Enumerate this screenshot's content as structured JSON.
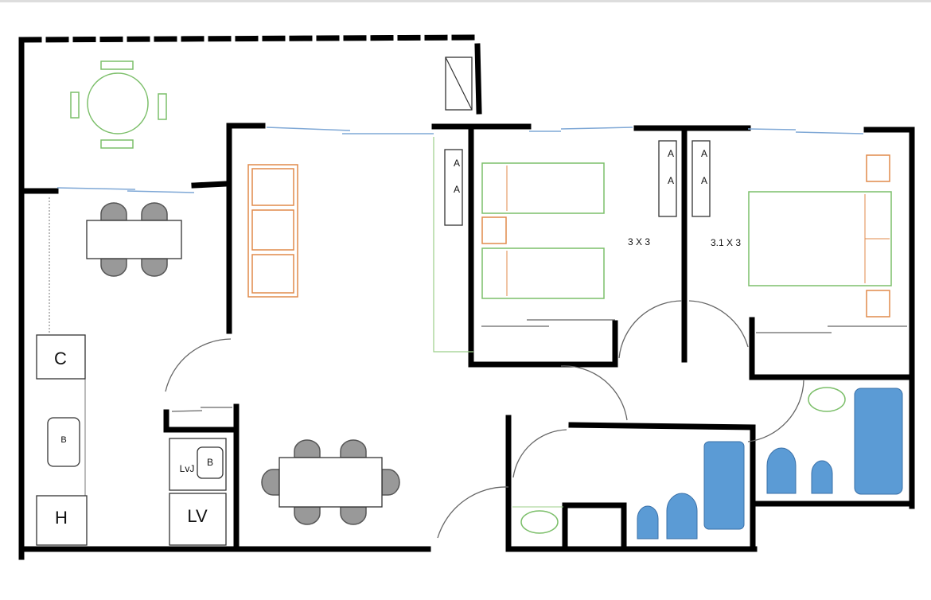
{
  "labels": {
    "fridge": "C",
    "sink_kitchen": "B",
    "oven": "H",
    "laundry_sink_label": "LvJ",
    "laundry_sink": "B",
    "washer": "LV",
    "wardrobe": "A",
    "room1_size": "3 X 3",
    "room2_size": "3.1 X 3"
  },
  "colors": {
    "wall": "#000000",
    "furniture_green": "#7cbf6a",
    "furniture_orange": "#e08a4a",
    "fixture_blue": "#5b9bd5",
    "window": "#7fa8d6"
  }
}
